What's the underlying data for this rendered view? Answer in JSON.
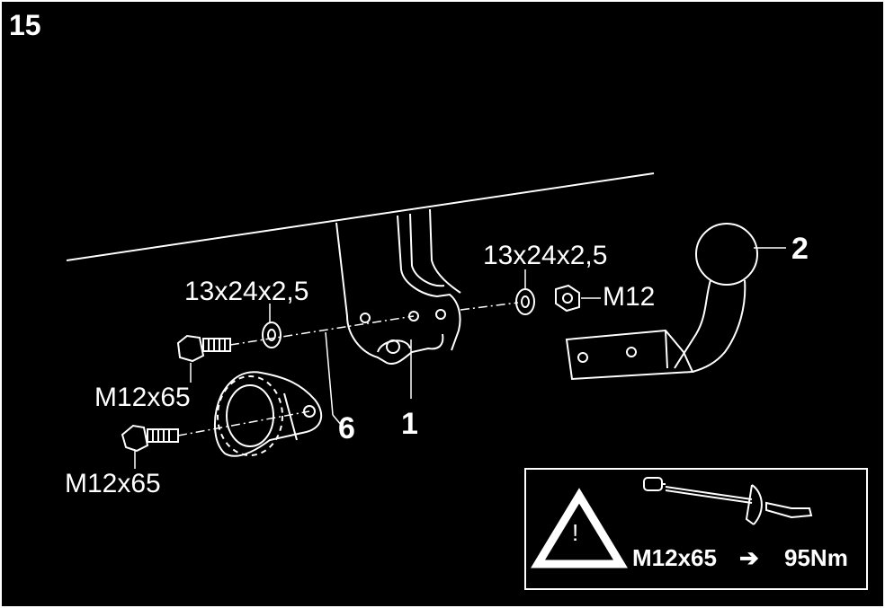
{
  "step_number": "15",
  "labels": {
    "washer_left": "13x24x2,5",
    "washer_right": "13x24x2,5",
    "nut": "M12",
    "bolt_upper": "M12x65",
    "bolt_lower": "M12x65",
    "part_1": "1",
    "part_2": "2",
    "part_6": "6"
  },
  "warning_box": {
    "symbol": "!",
    "bolt": "M12x65",
    "arrow": "➔",
    "torque": "95Nm"
  },
  "colors": {
    "background": "#000000",
    "line": "#ffffff"
  }
}
